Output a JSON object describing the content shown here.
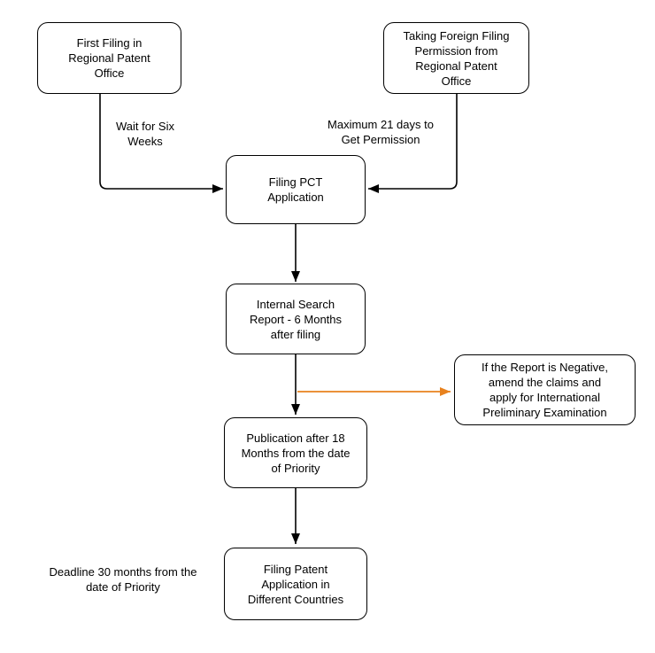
{
  "colors": {
    "stroke": "#000000",
    "highlight_arrow": "#E8821E",
    "node_fill": "#FFFFFF",
    "background": "#FFFFFF"
  },
  "nodes": {
    "first_filing": {
      "label": "First Filing in\nRegional Patent\nOffice"
    },
    "foreign_permission": {
      "label": "Taking Foreign Filing\nPermission from\nRegional Patent\nOffice"
    },
    "filing_pct": {
      "label": "Filing PCT\nApplication"
    },
    "search_report": {
      "label": "Internal Search\nReport - 6 Months\nafter filing"
    },
    "negative_report": {
      "label": "If the Report is Negative,\namend the claims and\napply for International\nPreliminary Examination"
    },
    "publication": {
      "label": "Publication after 18\nMonths from the date\nof Priority"
    },
    "filing_countries": {
      "label": "Filing Patent\nApplication in\nDifferent Countries"
    }
  },
  "edge_labels": {
    "wait_six_weeks": "Wait for Six\nWeeks",
    "max_21_days": "Maximum 21 days to\nGet Permission"
  },
  "annotations": {
    "deadline": "Deadline 30 months from the\ndate of Priority"
  }
}
